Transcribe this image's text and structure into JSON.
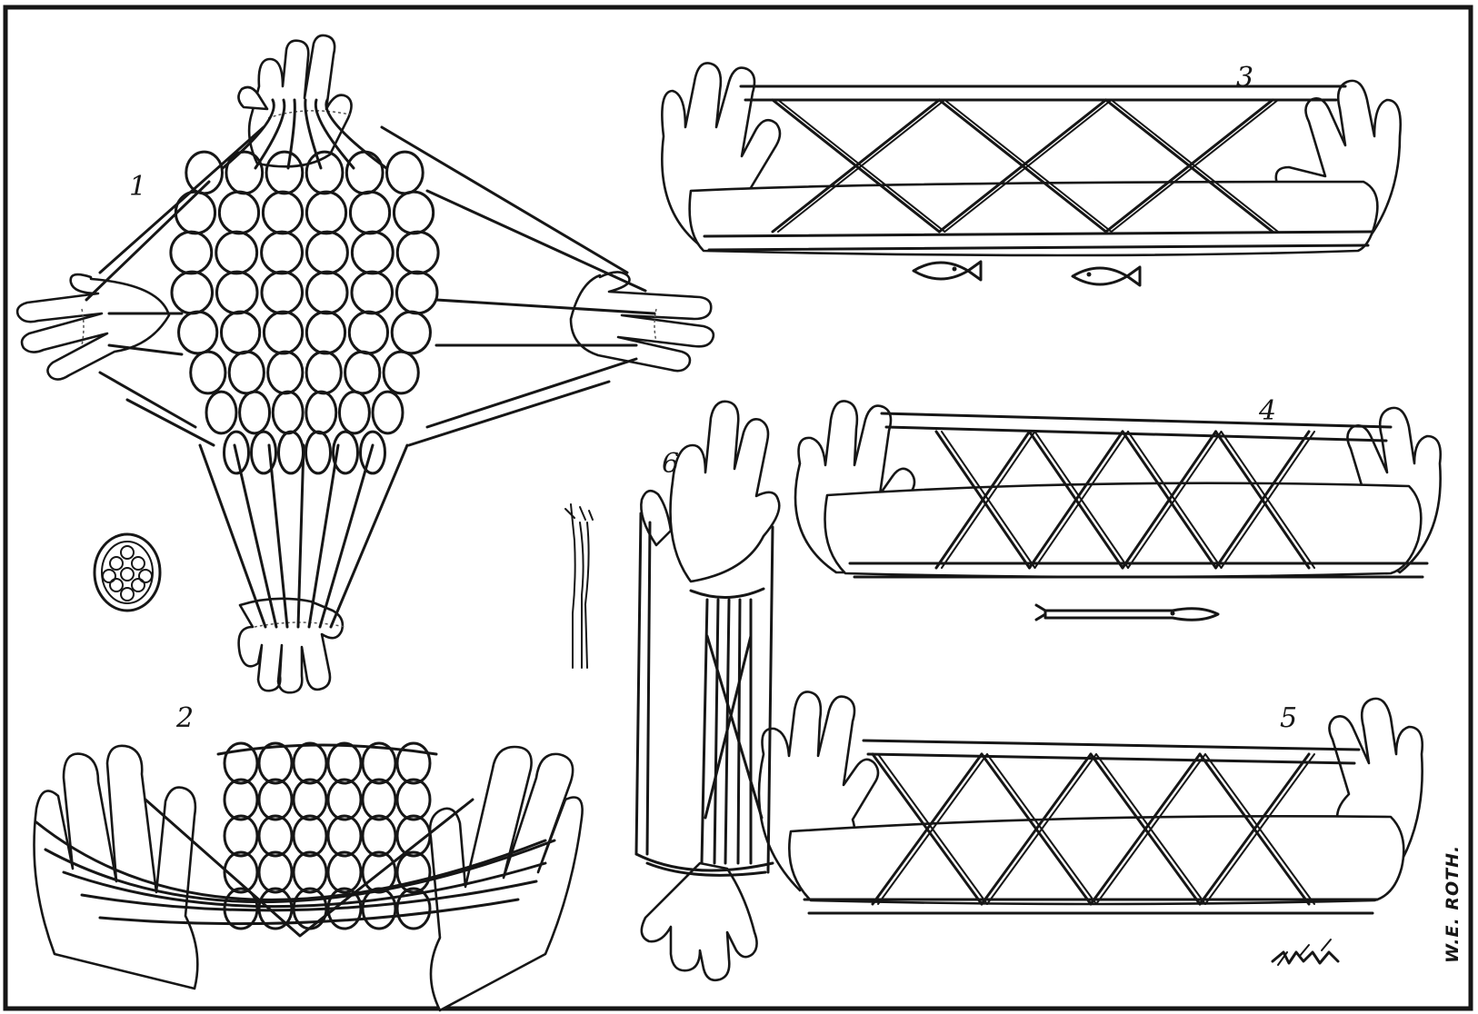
{
  "figure_labels": {
    "fig1": "1",
    "fig2": "2",
    "fig3": "3",
    "fig4": "4",
    "fig5": "5",
    "fig6": "6"
  },
  "credit": "W.E. ROTH.",
  "colors": {
    "ink": "#161616",
    "paper": "#ffffff"
  },
  "icons": [
    "turtle-shell-icon",
    "fish-icon",
    "long-fish-icon",
    "bird-tracks-icon"
  ]
}
